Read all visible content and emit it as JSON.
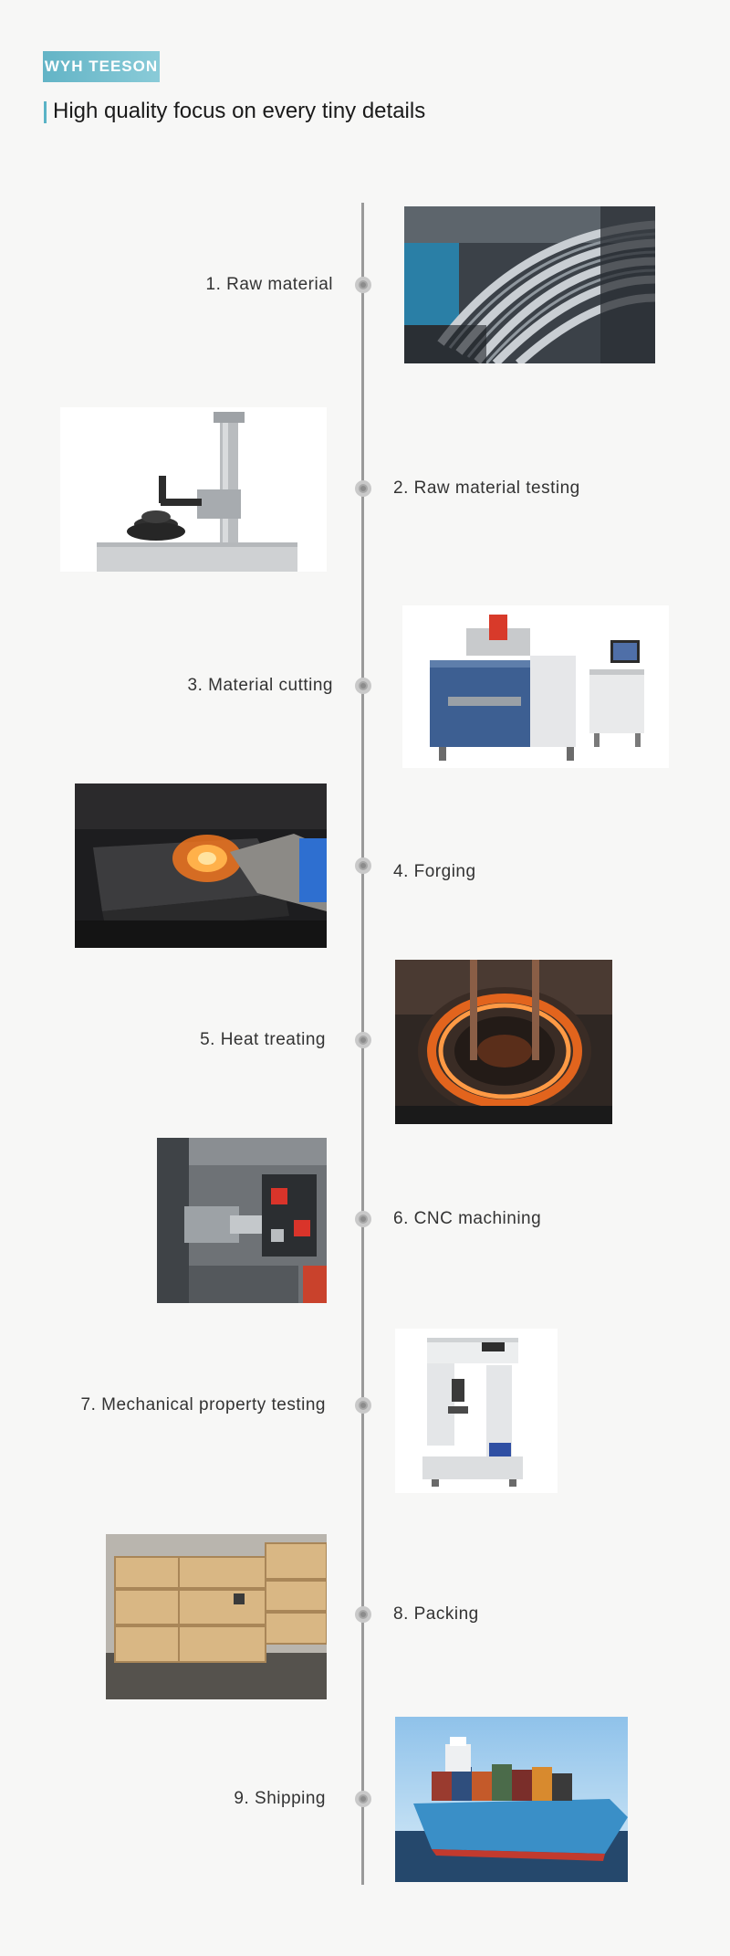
{
  "header": {
    "brand": "WYH TEESON",
    "title": "High quality focus on every tiny details"
  },
  "steps": [
    {
      "label": "1. Raw material",
      "image": "steel-coil-strips-photo"
    },
    {
      "label": "2. Raw material  testing",
      "image": "height-gauge-tester-photo"
    },
    {
      "label": "3. Material  cutting",
      "image": "laser-welding-machine-photo"
    },
    {
      "label": "4. Forging",
      "image": "hot-forging-die-photo"
    },
    {
      "label": "5. Heat  treating",
      "image": "induction-heat-ring-photo"
    },
    {
      "label": "6. CNC machining",
      "image": "cnc-lathe-turret-photo"
    },
    {
      "label": "7. Mechanical  property testing",
      "image": "hardness-tester-photo"
    },
    {
      "label": "8. Packing",
      "image": "wooden-crates-photo"
    },
    {
      "label": "9. Shipping",
      "image": "container-ship-photo"
    }
  ],
  "colors": {
    "accent": "#5ab3c6",
    "timeline": "#9a9a9a",
    "background": "#f7f7f6"
  }
}
